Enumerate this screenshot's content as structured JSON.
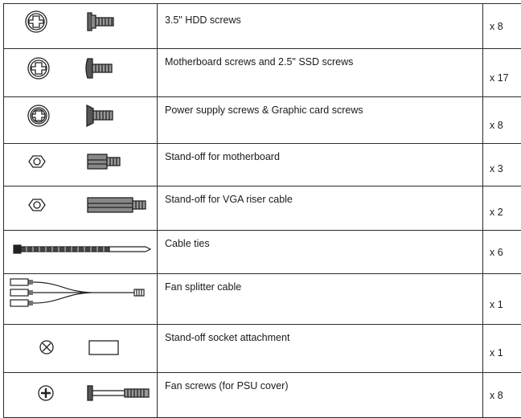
{
  "items": [
    {
      "name": "3.5\" HDD screws",
      "qty": "x 8",
      "icon": "flat-head-screw-icon"
    },
    {
      "name": "Motherboard screws and 2.5\" SSD screws",
      "qty": "x 17",
      "icon": "pan-head-screw-icon"
    },
    {
      "name": "Power supply screws & Graphic card screws",
      "qty": "x 8",
      "icon": "washer-head-screw-icon"
    },
    {
      "name": "Stand-off for motherboard",
      "qty": "x 3",
      "icon": "hex-standoff-icon"
    },
    {
      "name": "Stand-off for VGA riser cable",
      "qty": "x 2",
      "icon": "long-hex-standoff-icon"
    },
    {
      "name": "Cable ties",
      "qty": "x 6",
      "icon": "cable-tie-icon"
    },
    {
      "name": "Fan splitter cable",
      "qty": "x 1",
      "icon": "fan-splitter-cable-icon"
    },
    {
      "name": "Stand-off socket attachment",
      "qty": "x 1",
      "icon": "standoff-socket-tool-icon"
    },
    {
      "name": "Fan screws (for PSU cover)",
      "qty": "x 8",
      "icon": "long-fan-screw-icon"
    }
  ]
}
